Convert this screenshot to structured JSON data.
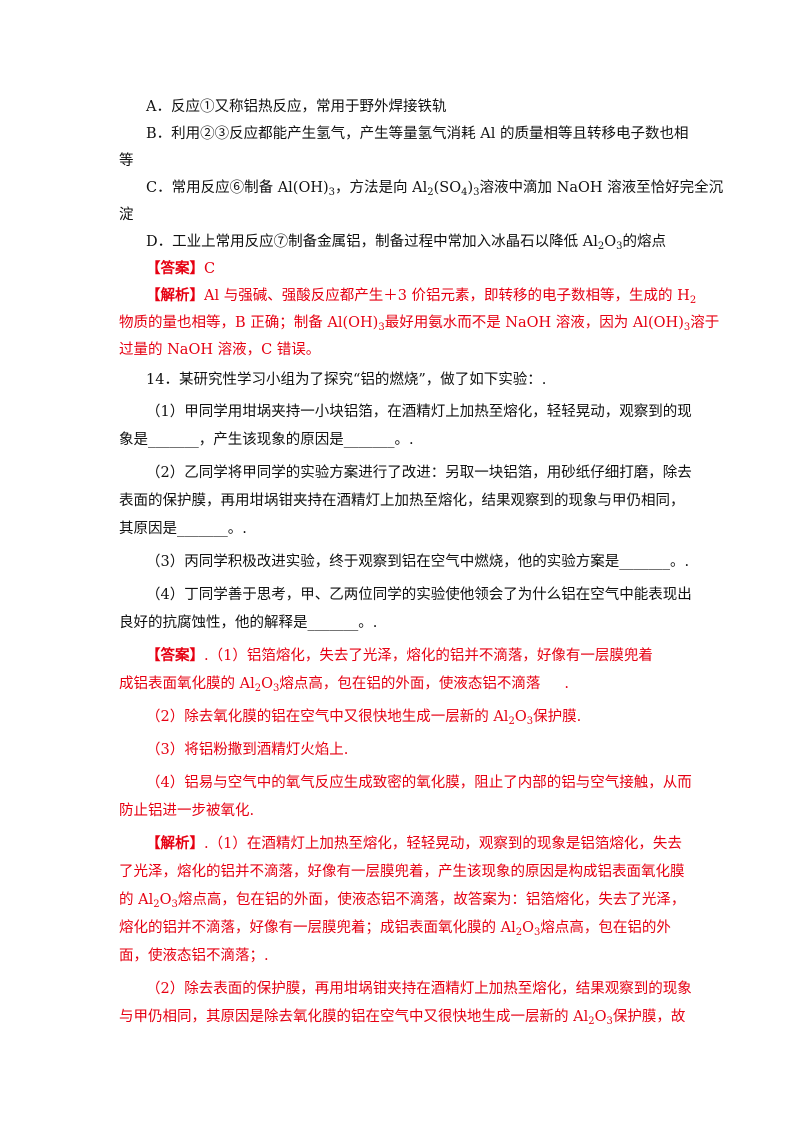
{
  "q13": {
    "optA": "A．反应①又称铝热反应，常用于野外焊接铁轨",
    "optB_1": "B．利用②③反应都能产生氢气，产生等量氢气消耗 Al 的质量相等且转移电子数也相",
    "optB_2": "等",
    "optC_1a": "C．常用反应⑥制备 Al(OH)",
    "optC_1b": "，方法是向 Al",
    "optC_1c": "(SO",
    "optC_1d": ")",
    "optC_1e": "溶液中滴加 NaOH 溶液至恰好完全沉",
    "optC_2": "淀",
    "optD_1": "D．工业上常用反应⑦制备金属铝，制备过程中常加入冰晶石以降低 Al",
    "optD_2": "O",
    "optD_3": "的熔点",
    "answer_label": "【答案】",
    "answer_value": "C",
    "analysis_label": "【解析】",
    "analysis_1a": "Al 与强碱、强酸反应都产生＋3 价铝元素，即转移的电子数相等，生成的 H",
    "analysis_2": "物质的量也相等，B 正确；制备 Al(OH)",
    "analysis_2b": "最好用氨水而不是 NaOH 溶液，因为 Al(OH)",
    "analysis_2c": "溶于",
    "analysis_3": "过量的 NaOH 溶液，C 错误。"
  },
  "q14": {
    "stem": "14．某研究性学习小组为了探究“铝的燃烧”，做了如下实验：.",
    "p1_1": "（1）甲同学用坩埚夹持一小块铝箔，在酒精灯上加热至熔化，轻轻晃动，观察到的现",
    "p1_2": "象是_______，产生该现象的原因是_______。.",
    "p2_1": "（2）乙同学将甲同学的实验方案进行了改进：另取一块铝箔，用砂纸仔细打磨，除去",
    "p2_2": "表面的保护膜，再用坩埚钳夹持在酒精灯上加热至熔化，结果观察到的现象与甲仍相同，",
    "p2_3": "其原因是_______。.",
    "p3": "（3）丙同学积极改进实验，终于观察到铝在空气中燃烧，他的实验方案是_______。.",
    "p4_1": "（4）丁同学善于思考，甲、乙两位同学的实验使他领会了为什么铝在空气中能表现出",
    "p4_2": "良好的抗腐蚀性，他的解释是_______。.",
    "ans_label": "【答案】",
    "ans1_a": ".（1）铝箔熔化，失去了光泽，熔化的铝并不滴落，好像有一层膜兜着",
    "ans1_b1": "成铝表面氧化膜的 Al",
    "ans1_b2": "O",
    "ans1_b3": "熔点高，包在铝的外面，使液态铝不滴落",
    "ans1_b4": ".",
    "ans2_1": "（2）除去氧化膜的铝在空气中又很快地生成一层新的 Al",
    "ans2_2": "O",
    "ans2_3": "保护膜.",
    "ans3": "（3）将铝粉撒到酒精灯火焰上.",
    "ans4_1": "（4）铝易与空气中的氧气反应生成致密的氧化膜，阻止了内部的铝与空气接触，从而",
    "ans4_2": "防止铝进一步被氧化.",
    "ana_label": "【解析】",
    "ana1_a": ".（1）在酒精灯上加热至熔化，轻轻晃动，观察到的现象是铝箔熔化，失去",
    "ana1_b": "了光泽，熔化的铝并不滴落，好像有一层膜兜着，产生该现象的原因是构成铝表面氧化膜",
    "ana1_c1": "的 Al",
    "ana1_c2": "O",
    "ana1_c3": "熔点高，包在铝的外面，使液态铝不滴落，故答案为：铝箔熔化，失去了光泽，",
    "ana1_d1": "熔化的铝并不滴落，好像有一层膜兜着；成铝表面氧化膜的 Al",
    "ana1_d2": "O",
    "ana1_d3": "熔点高，包在铝的外",
    "ana1_e": "面，使液态铝不滴落；.",
    "ana2_1": "（2）除去表面的保护膜，再用坩埚钳夹持在酒精灯上加热至熔化，结果观察到的现象",
    "ana2_2a": "与甲仍相同，其原因是除去氧化膜的铝在空气中又很快地生成一层新的 Al",
    "ana2_2b": "O",
    "ana2_2c": "保护膜，故",
    "sub2": "2",
    "sub3": "3",
    "sub4": "4"
  }
}
